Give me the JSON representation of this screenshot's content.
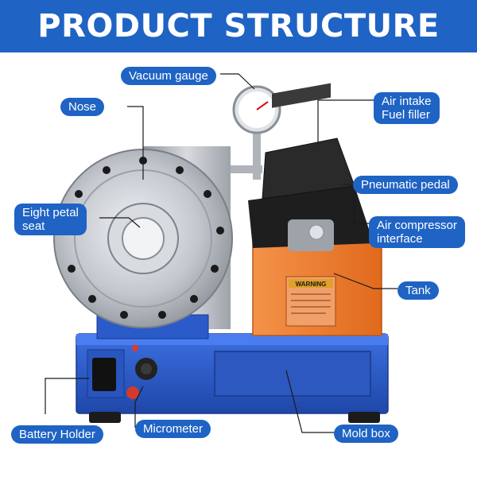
{
  "header": {
    "title": "PRODUCT STRUCTURE"
  },
  "callouts": {
    "vacuum_gauge": "Vacuum gauge",
    "nose": "Nose",
    "air_intake": "Air intake\nFuel filler",
    "pneumatic_pedal": "Pneumatic pedal",
    "eight_petal_seat": "Eight petal\nseat",
    "air_compressor": "Air compressor\ninterface",
    "tank": "Tank",
    "battery_holder": "Battery Holder",
    "micrometer": "Micrometer",
    "mold_box": "Mold box"
  },
  "warning": {
    "title": "WARNING"
  },
  "colors": {
    "accent": "#1f63c4",
    "tank": "#f07d2a",
    "base": "#2a5bc9",
    "steel": "#b9bcc2"
  }
}
